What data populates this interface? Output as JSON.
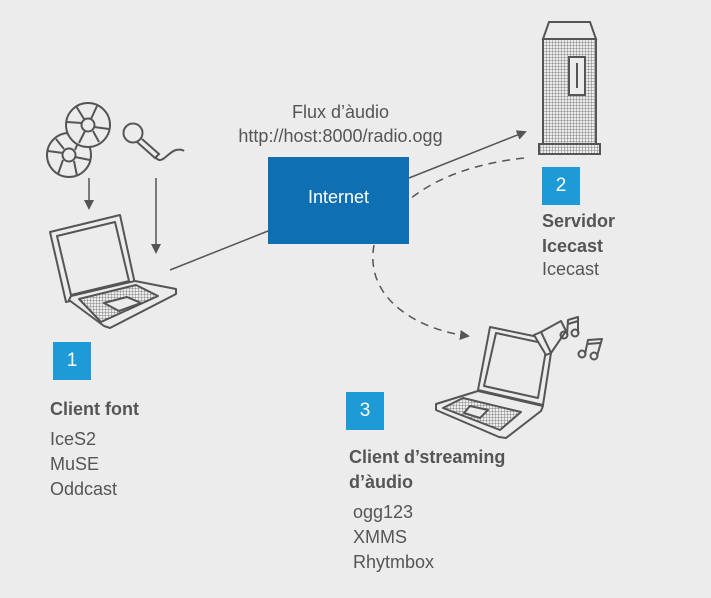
{
  "stream": {
    "label_line1": "Flux d’àudio",
    "label_line2": "http://host:8000/radio.ogg"
  },
  "internet": {
    "label": "Internet"
  },
  "colors": {
    "badge": "#1e9bd7",
    "internet_box": "#0f6fb3",
    "background": "#ececec",
    "stroke": "#555555"
  },
  "nodes": [
    {
      "number": "1",
      "title": "Client font",
      "items": [
        "IceS2",
        "MuSE",
        "Oddcast"
      ],
      "icon": "laptop-icon"
    },
    {
      "number": "2",
      "title_line1": "Servidor",
      "title_line2": "Icecast",
      "items": [
        "Icecast"
      ],
      "icon": "server-tower-icon"
    },
    {
      "number": "3",
      "title_line1": "Client d’streaming",
      "title_line2": "d’àudio",
      "items": [
        "ogg123",
        "XMMS",
        "Rhytmbox"
      ],
      "icon": "laptop-speaker-icon"
    }
  ],
  "sources": [
    "cd-discs-icon",
    "microphone-icon"
  ]
}
